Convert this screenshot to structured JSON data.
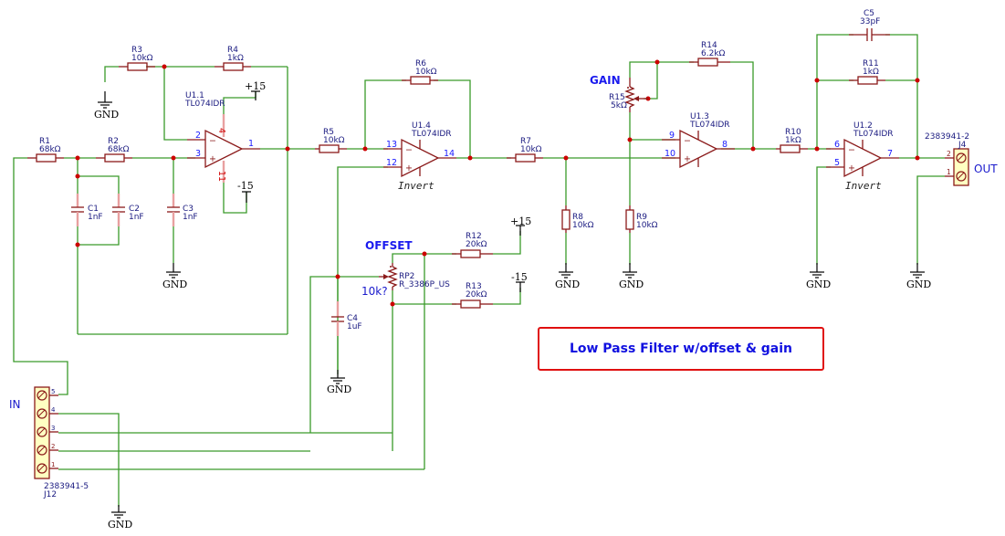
{
  "title": "Low Pass Filter w/offset & gain",
  "labels": {
    "gain": "GAIN",
    "offset": "OFFSET",
    "in": "IN",
    "out": "OUT",
    "invert": "Invert",
    "pot_value": "10k?"
  },
  "power": {
    "pos": "+15",
    "neg": "-15",
    "gnd": "GND"
  },
  "resistors": [
    {
      "ref": "R1",
      "value": "68kΩ"
    },
    {
      "ref": "R2",
      "value": "68kΩ"
    },
    {
      "ref": "R3",
      "value": "10kΩ"
    },
    {
      "ref": "R4",
      "value": "1kΩ"
    },
    {
      "ref": "R5",
      "value": "10kΩ"
    },
    {
      "ref": "R6",
      "value": "10kΩ"
    },
    {
      "ref": "R7",
      "value": "10kΩ"
    },
    {
      "ref": "R8",
      "value": "10kΩ"
    },
    {
      "ref": "R9",
      "value": "10kΩ"
    },
    {
      "ref": "R10",
      "value": "1kΩ"
    },
    {
      "ref": "R11",
      "value": "1kΩ"
    },
    {
      "ref": "R12",
      "value": "20kΩ"
    },
    {
      "ref": "R13",
      "value": "20kΩ"
    },
    {
      "ref": "R14",
      "value": "6.2kΩ"
    },
    {
      "ref": "R15",
      "value": "5kΩ"
    },
    {
      "ref": "RP2",
      "value": "R_3386P_US"
    }
  ],
  "capacitors": [
    {
      "ref": "C1",
      "value": "1nF"
    },
    {
      "ref": "C2",
      "value": "1nF"
    },
    {
      "ref": "C3",
      "value": "1nF"
    },
    {
      "ref": "C4",
      "value": "1uF"
    },
    {
      "ref": "C5",
      "value": "33pF"
    }
  ],
  "opamps": [
    {
      "ref": "U1.1",
      "part": "TL074IDR",
      "pins": {
        "inv": "2",
        "noninv": "3",
        "out": "1",
        "vpos": "4",
        "vneg": "11"
      }
    },
    {
      "ref": "U1.4",
      "part": "TL074IDR",
      "pins": {
        "inv": "13",
        "noninv": "12",
        "out": "14"
      }
    },
    {
      "ref": "U1.3",
      "part": "TL074IDR",
      "pins": {
        "inv": "9",
        "noninv": "10",
        "out": "8"
      }
    },
    {
      "ref": "U1.2",
      "part": "TL074IDR",
      "pins": {
        "inv": "6",
        "noninv": "5",
        "out": "7"
      }
    }
  ],
  "connectors": [
    {
      "ref": "J12",
      "part": "2383941-5",
      "pins": [
        "5",
        "4",
        "3",
        "2",
        "1"
      ]
    },
    {
      "ref": "J4",
      "part": "2383941-2",
      "pins": [
        "2",
        "1"
      ]
    }
  ],
  "symbols": {
    "minus": "−",
    "plus": "+"
  }
}
